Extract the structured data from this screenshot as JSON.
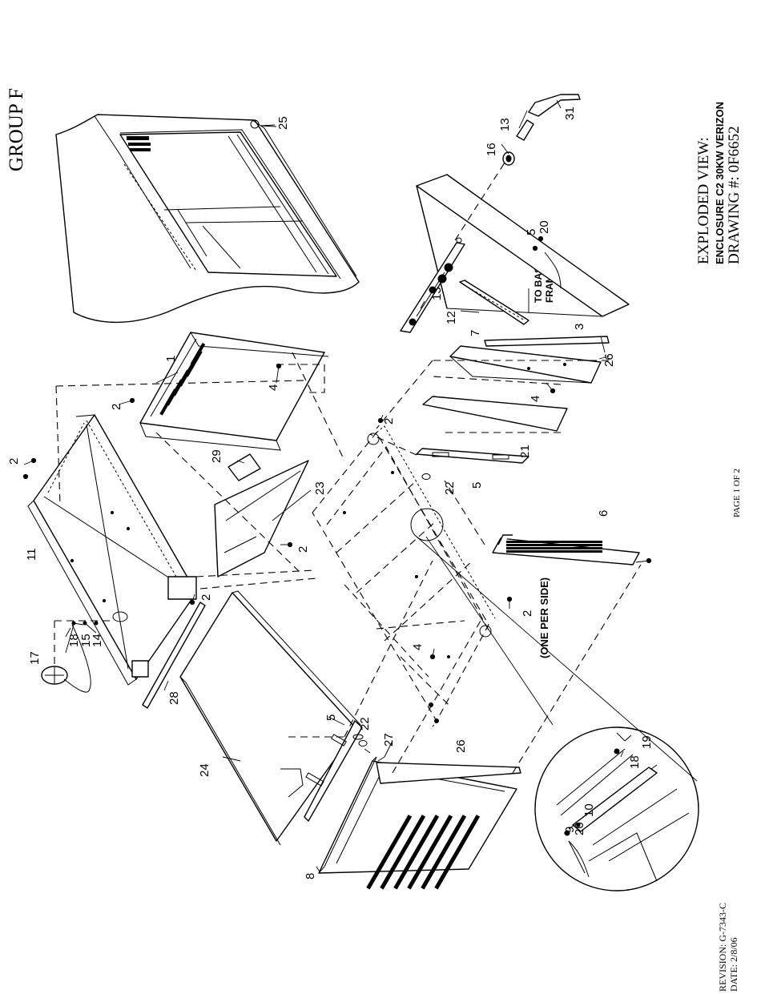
{
  "header": {
    "group": "GROUP F"
  },
  "title_block": {
    "line1": "EXPLODED VIEW:",
    "line2": "ENCLOSURE C2 30KW VERIZON",
    "line3": "DRAWING #: 0F6652"
  },
  "footer": {
    "page": "PAGE 1 OF 2",
    "revision": "REVISION: G-7343-C",
    "date": "DATE: 2/8/06"
  },
  "notes": {
    "to_base_frame_1": "TO BASE",
    "to_base_frame_2": "FRAME",
    "one_per_side": "(ONE PER SIDE)"
  },
  "callouts": [
    {
      "id": "c1",
      "label": "1"
    },
    {
      "id": "c2a",
      "label": "2"
    },
    {
      "id": "c2b",
      "label": "2"
    },
    {
      "id": "c2c",
      "label": "2"
    },
    {
      "id": "c2d",
      "label": "2"
    },
    {
      "id": "c2e",
      "label": "2"
    },
    {
      "id": "c2f",
      "label": "2"
    },
    {
      "id": "c3",
      "label": "3"
    },
    {
      "id": "c4a",
      "label": "4"
    },
    {
      "id": "c4b",
      "label": "4"
    },
    {
      "id": "c4c",
      "label": "4"
    },
    {
      "id": "c5a",
      "label": "5"
    },
    {
      "id": "c5b",
      "label": "5"
    },
    {
      "id": "c5c",
      "label": "5"
    },
    {
      "id": "c6",
      "label": "6"
    },
    {
      "id": "c7",
      "label": "7"
    },
    {
      "id": "c8",
      "label": "8"
    },
    {
      "id": "c9",
      "label": "9"
    },
    {
      "id": "c10",
      "label": "10"
    },
    {
      "id": "c11",
      "label": "11"
    },
    {
      "id": "c12",
      "label": "12"
    },
    {
      "id": "c13a",
      "label": "13"
    },
    {
      "id": "c13b",
      "label": "13"
    },
    {
      "id": "c14",
      "label": "14"
    },
    {
      "id": "c15",
      "label": "15"
    },
    {
      "id": "c16",
      "label": "16"
    },
    {
      "id": "c17",
      "label": "17"
    },
    {
      "id": "c18a",
      "label": "18"
    },
    {
      "id": "c18b",
      "label": "18"
    },
    {
      "id": "c19",
      "label": "19"
    },
    {
      "id": "c20a",
      "label": "20"
    },
    {
      "id": "c20b",
      "label": "20"
    },
    {
      "id": "c21",
      "label": "21"
    },
    {
      "id": "c22a",
      "label": "22"
    },
    {
      "id": "c22b",
      "label": "22"
    },
    {
      "id": "c23",
      "label": "23"
    },
    {
      "id": "c24",
      "label": "24"
    },
    {
      "id": "c25",
      "label": "25"
    },
    {
      "id": "c26a",
      "label": "26"
    },
    {
      "id": "c26b",
      "label": "26"
    },
    {
      "id": "c27",
      "label": "27"
    },
    {
      "id": "c28",
      "label": "28"
    },
    {
      "id": "c29",
      "label": "29"
    },
    {
      "id": "c31",
      "label": "31"
    }
  ]
}
